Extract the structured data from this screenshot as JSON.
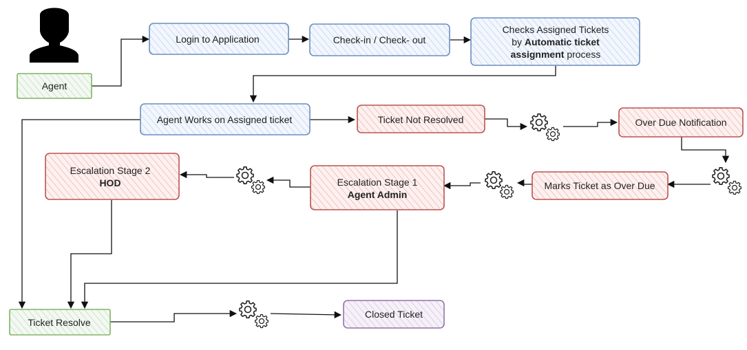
{
  "nodes": {
    "agent": {
      "label": "Agent"
    },
    "login": {
      "label": "Login to Application"
    },
    "checkin": {
      "label": "Check-in / Check- out"
    },
    "checks": {
      "line1": "Checks Assigned Tickets",
      "line2_prefix": "by ",
      "line2_bold": "Automatic ticket",
      "line3_bold": "assignment",
      "line3_suffix": " process"
    },
    "works": {
      "label": "Agent Works on Assigned ticket"
    },
    "not_resolved": {
      "label": "Ticket Not Resolved"
    },
    "overdue_notification": {
      "label": "Over Due Notification"
    },
    "marks_overdue": {
      "label": "Marks Ticket as Over Due"
    },
    "esc1": {
      "line1": "Escalation Stage 1",
      "line2": "Agent Admin"
    },
    "esc2": {
      "line1": "Escalation Stage 2",
      "line2": "HOD"
    },
    "resolve": {
      "label": "Ticket Resolve"
    },
    "closed": {
      "label": "Closed Ticket"
    }
  },
  "icons": {
    "user": "user-silhouette-icon",
    "gears": "gears-icon"
  },
  "colors": {
    "blue_fill": "#dae8fc",
    "blue_stroke": "#6c8ebf",
    "red_fill": "#f8cecc",
    "red_stroke": "#b85450",
    "green_fill": "#d5e8d4",
    "green_stroke": "#82b366",
    "purple_fill": "#e1d5e7",
    "purple_stroke": "#9673a6"
  }
}
